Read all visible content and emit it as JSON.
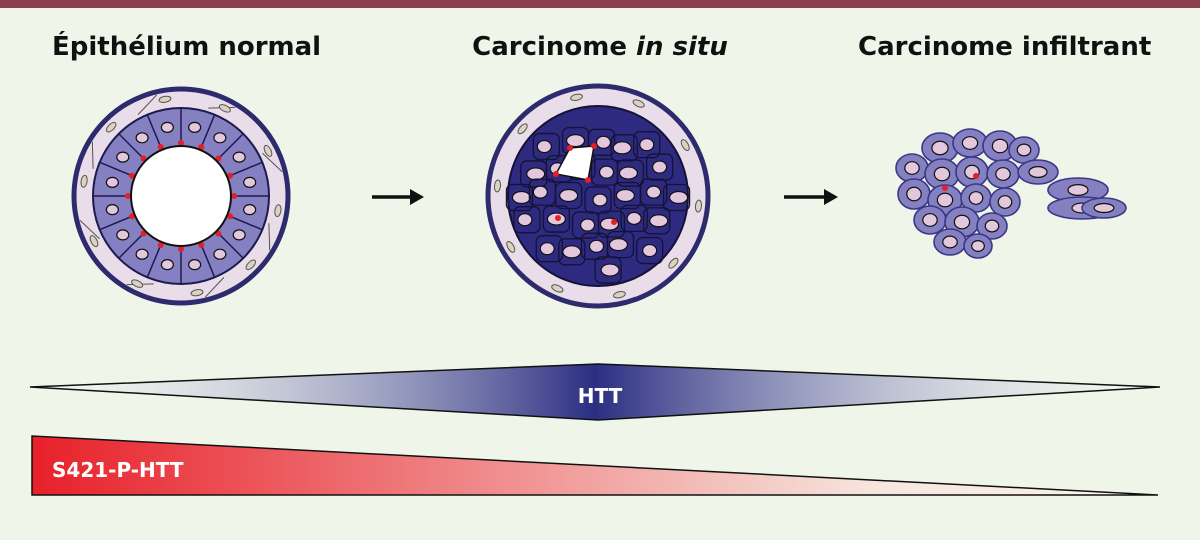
{
  "stages": [
    {
      "id": "normal",
      "title_main": "Épithélium normal",
      "title_em": ""
    },
    {
      "id": "insitu",
      "title_main": "Carcinome ",
      "title_em": "in situ"
    },
    {
      "id": "infiltrant",
      "title_main": "Carcinome infiltrant",
      "title_em": ""
    }
  ],
  "gradients": {
    "htt": {
      "label": "HTT",
      "color": "#2b2e82"
    },
    "p_htt": {
      "label": "S421-P-HTT",
      "color": "#e8202a"
    }
  },
  "colors": {
    "accent_bar": "#8b3f4d",
    "outline": "#2e2a6e",
    "stroma": "#eaddea",
    "cell_light": "#8480c2",
    "cell_dark": "#2d2a80",
    "nucleus": "#e3c7dc",
    "red_dot": "#e41f26",
    "background": "#eff6e9"
  },
  "icons": [
    "arrow-right-icon",
    "arrow-right-icon"
  ]
}
